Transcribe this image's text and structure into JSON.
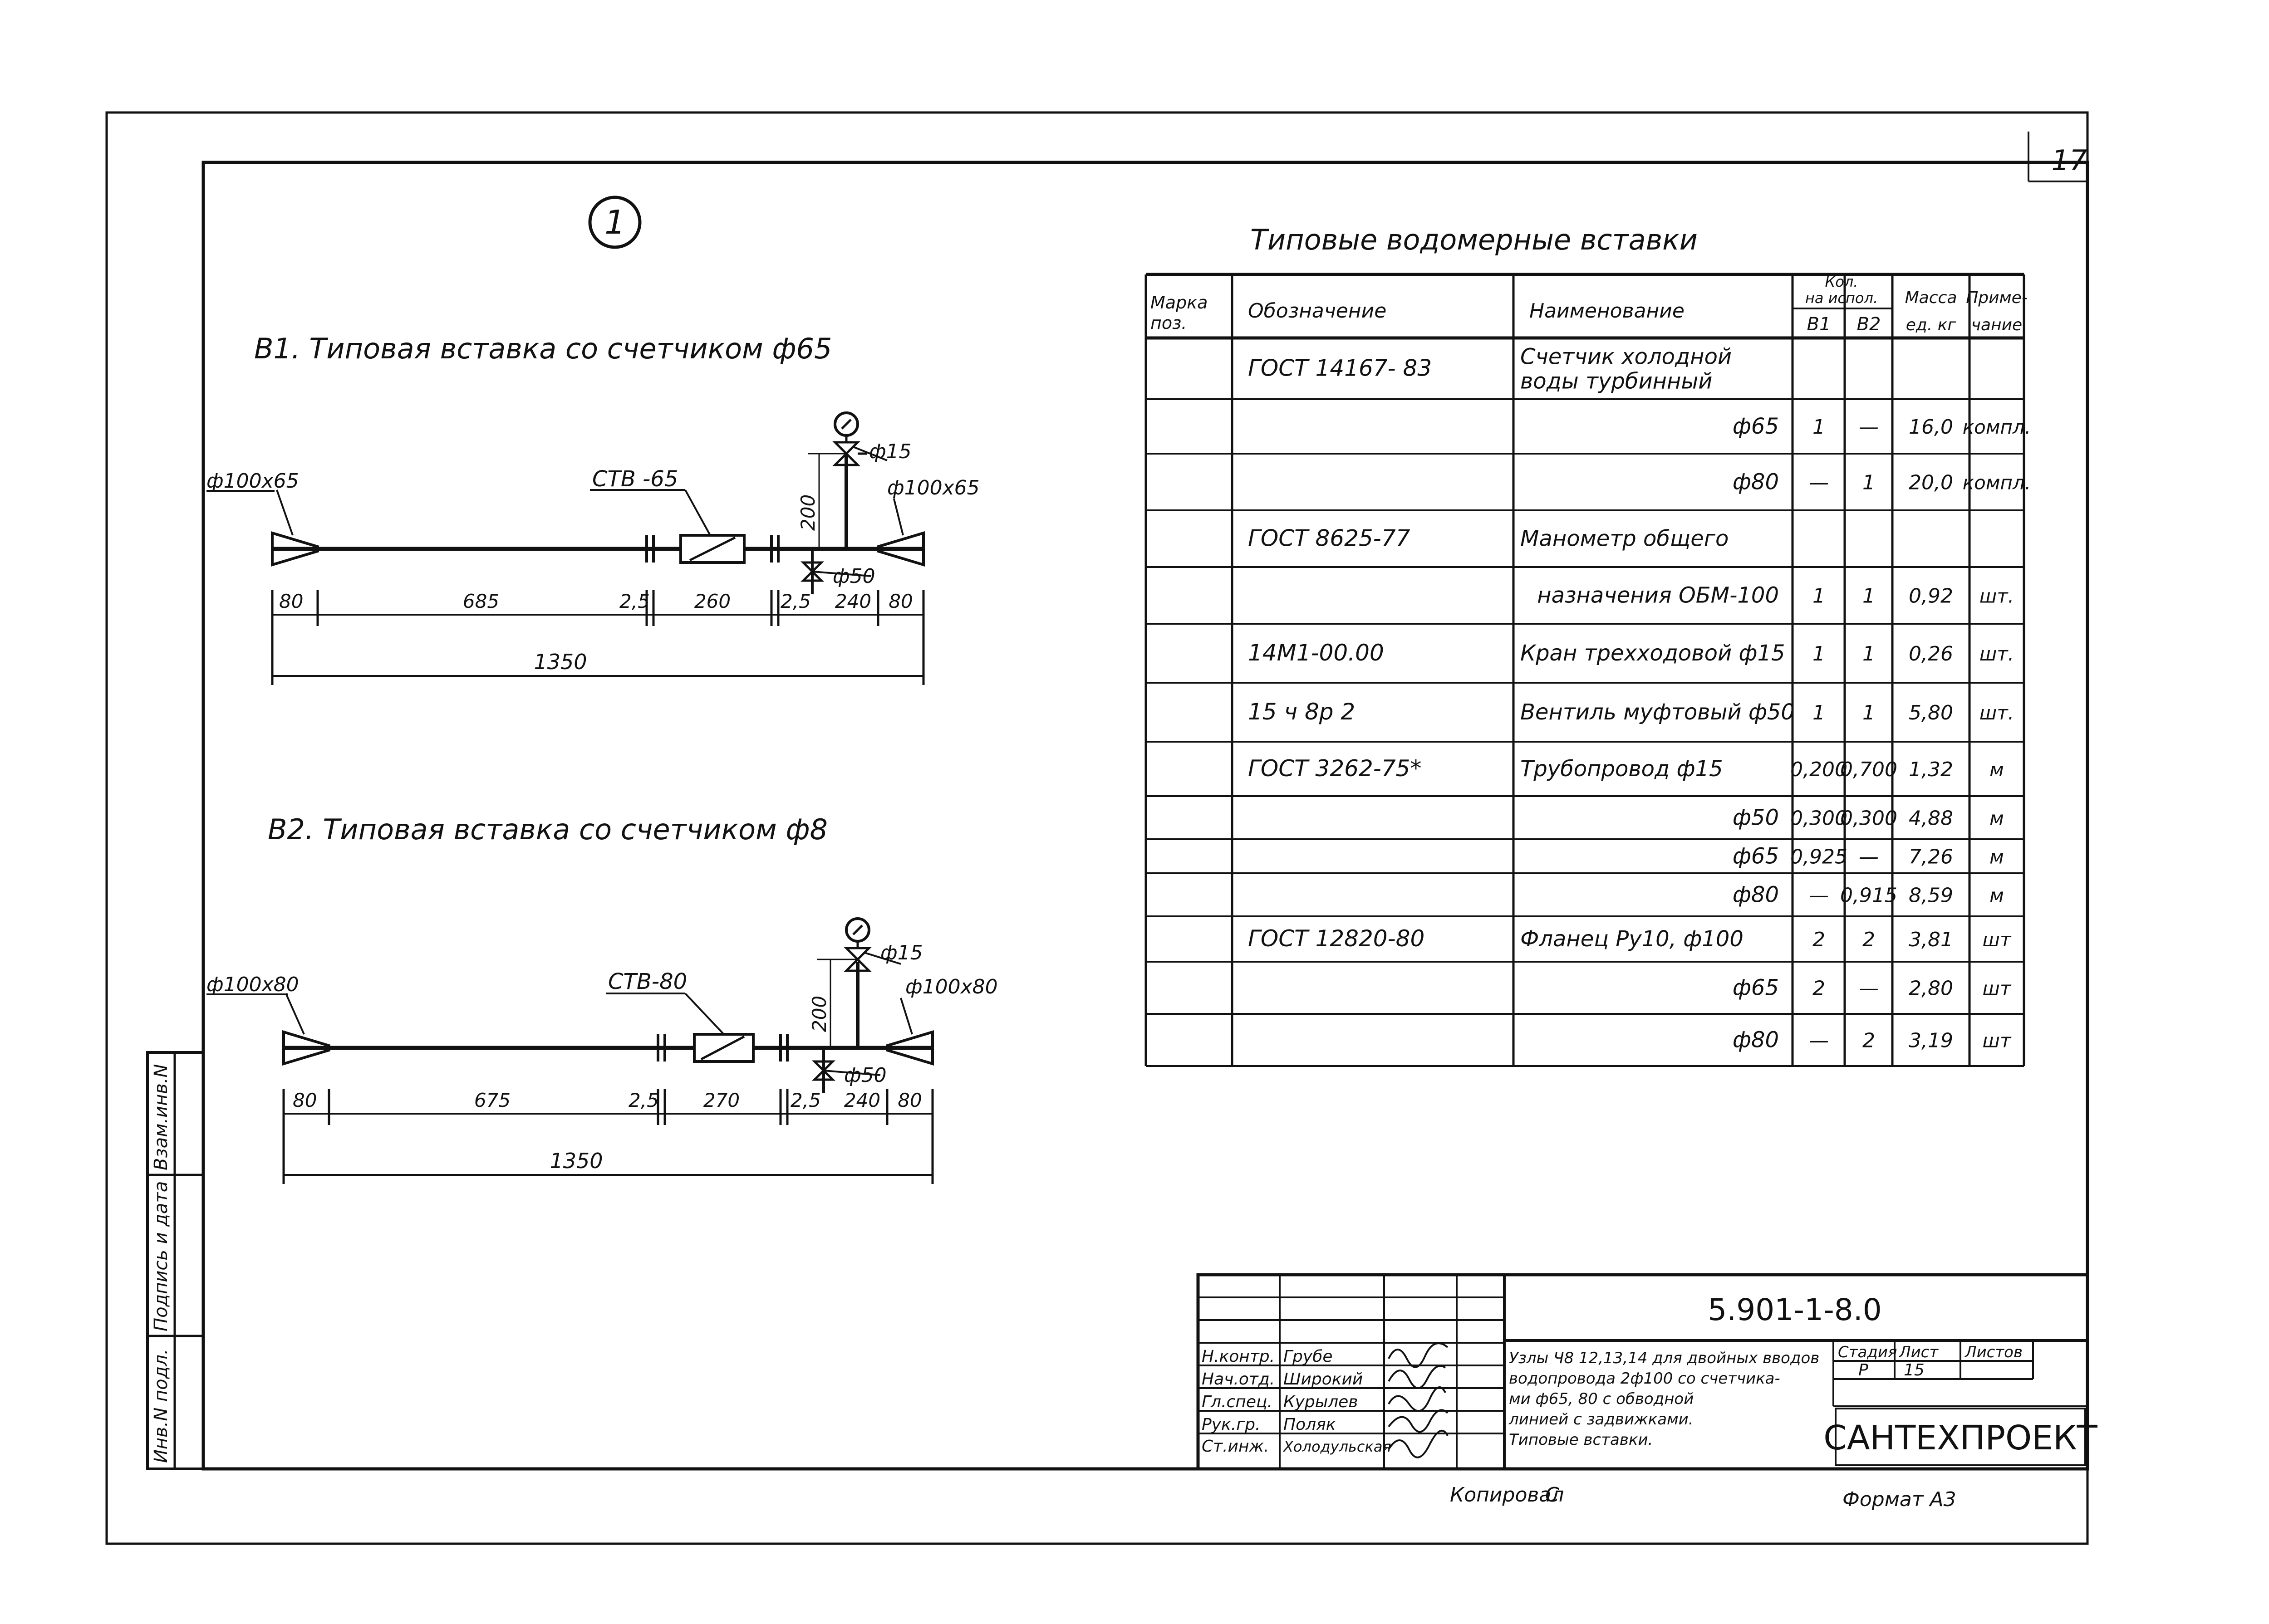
{
  "sheet": {
    "page_number": "17",
    "view_number": "1",
    "copied": "Копировал",
    "copied_sign": "С",
    "format": "Формат А3"
  },
  "diagrams": {
    "b1": {
      "title": "В1. Типовая вставка со счетчиком ф65",
      "flange_left": "ф100х65",
      "flange_right": "ф100х65",
      "meter_label": "СТВ -65",
      "tap": "ф15",
      "riser": "200",
      "branch": "ф50",
      "dims": [
        "80",
        "685",
        "2,5",
        "260",
        "2,5",
        "240",
        "80"
      ],
      "total": "1350"
    },
    "b2": {
      "title": "В2. Типовая вставка со счетчиком ф8",
      "flange_left": "ф100х80",
      "flange_right": "ф100х80",
      "meter_label": "СТВ-80",
      "tap": "ф15",
      "riser": "200",
      "branch": "ф50",
      "dims": [
        "80",
        "675",
        "2,5",
        "270",
        "2,5",
        "240",
        "80"
      ],
      "total": "1350"
    }
  },
  "spec": {
    "title": "Типовые водомерные вставки",
    "headers": {
      "mark": [
        "Марка",
        "поз."
      ],
      "designation": "Обозначение",
      "name": "Наименование",
      "qty": [
        "Кол.",
        "на испол."
      ],
      "b1": "В1",
      "b2": "В2",
      "mass": [
        "Масса",
        "ед. кг"
      ],
      "note": [
        "Приме-",
        "чание"
      ]
    },
    "rows": [
      {
        "mark": "",
        "designation": "ГОСТ 14167- 83",
        "name": [
          "Счетчик холодной",
          "воды турбинный"
        ],
        "b1": "",
        "b2": "",
        "mass": "",
        "note": ""
      },
      {
        "mark": "",
        "designation": "",
        "name": [
          "ф65"
        ],
        "b1": "1",
        "b2": "—",
        "mass": "16,0",
        "note": "компл."
      },
      {
        "mark": "",
        "designation": "",
        "name": [
          "ф80"
        ],
        "b1": "—",
        "b2": "1",
        "mass": "20,0",
        "note": "компл."
      },
      {
        "mark": "",
        "designation": "ГОСТ 8625-77",
        "name": [
          "Манометр общего"
        ],
        "b1": "",
        "b2": "",
        "mass": "",
        "note": ""
      },
      {
        "mark": "",
        "designation": "",
        "name": [
          "назначения ОБМ-100"
        ],
        "b1": "1",
        "b2": "1",
        "mass": "0,92",
        "note": "шт."
      },
      {
        "mark": "",
        "designation": "14М1-00.00",
        "name": [
          "Кран трехходовой ф15"
        ],
        "b1": "1",
        "b2": "1",
        "mass": "0,26",
        "note": "шт."
      },
      {
        "mark": "",
        "designation": "15 ч 8р 2",
        "name": [
          "Вентиль муфтовый ф50"
        ],
        "b1": "1",
        "b2": "1",
        "mass": "5,80",
        "note": "шт."
      },
      {
        "mark": "",
        "designation": "ГОСТ 3262-75*",
        "name": [
          "Трубопровод ф15"
        ],
        "b1": "0,200",
        "b2": "0,700",
        "mass": "1,32",
        "note": "м"
      },
      {
        "mark": "",
        "designation": "",
        "name": [
          "ф50"
        ],
        "b1": "0,300",
        "b2": "0,300",
        "mass": "4,88",
        "note": "м"
      },
      {
        "mark": "",
        "designation": "",
        "name": [
          "ф65"
        ],
        "b1": "0,925",
        "b2": "—",
        "mass": "7,26",
        "note": "м"
      },
      {
        "mark": "",
        "designation": "",
        "name": [
          "ф80"
        ],
        "b1": "—",
        "b2": "0,915",
        "mass": "8,59",
        "note": "м"
      },
      {
        "mark": "",
        "designation": "ГОСТ 12820-80",
        "name": [
          "Фланец Ру10, ф100"
        ],
        "b1": "2",
        "b2": "2",
        "mass": "3,81",
        "note": "шт"
      },
      {
        "mark": "",
        "designation": "",
        "name": [
          "ф65"
        ],
        "b1": "2",
        "b2": "—",
        "mass": "2,80",
        "note": "шт"
      },
      {
        "mark": "",
        "designation": "",
        "name": [
          "ф80"
        ],
        "b1": "—",
        "b2": "2",
        "mass": "3,19",
        "note": "шт"
      }
    ]
  },
  "stamp": {
    "doc_code": "5.901-1-8.0",
    "people": [
      {
        "role": "Н.контр.",
        "name": "Грубе"
      },
      {
        "role": "Нач.отд.",
        "name": "Широкий"
      },
      {
        "role": "Гл.спец.",
        "name": "Курылев"
      },
      {
        "role": "Рук.гр.",
        "name": "Поляк"
      },
      {
        "role": "Ст.инж.",
        "name": "Холодульская"
      }
    ],
    "description": [
      "Узлы Ч8 12,13,14 для двойных вводов",
      "водопровода 2ф100 со счетчика-",
      "ми ф65, 80 с обводной",
      "линией с задвижками.",
      "Типовые вставки."
    ],
    "stage_label": "Стадия",
    "sheet_label": "Лист",
    "sheets_label": "Листов",
    "stage": "Р",
    "sheet": "15",
    "sheets": "",
    "organization": "САНТЕХПРОЕКТ"
  },
  "side_stamp": [
    "Инв.N подл.",
    "Подпись и дата",
    "Взам.инв.N"
  ]
}
